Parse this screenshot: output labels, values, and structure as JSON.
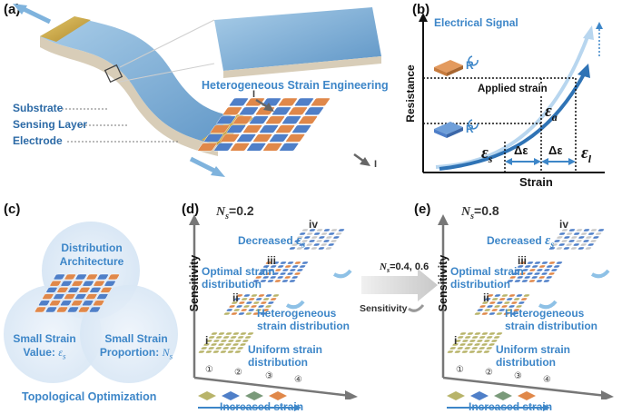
{
  "panel_a": {
    "label": "(a)",
    "substrate": "Substrate",
    "sensing_layer": "Sensing Layer",
    "electrode": "Electrode",
    "title": "Heterogeneous Strain Engineering",
    "current_in": "I",
    "current_out": "I"
  },
  "panel_b": {
    "label": "(b)",
    "electrical_signal": "Electrical Signal",
    "y_axis": "Resistance",
    "x_axis": "Strain",
    "r_top": "R",
    "r_bottom": "R",
    "applied_strain": "Applied strain",
    "eps_a": "ε",
    "eps_a_sub": "a",
    "eps_s": "ε",
    "eps_s_sub": "s",
    "eps_l": "ε",
    "eps_l_sub": "l",
    "delta1": "Δε",
    "delta2": "Δε"
  },
  "panel_c": {
    "label": "(c)",
    "top_circle": [
      "Distribution",
      "Architecture"
    ],
    "left_circle": [
      "Small Strain",
      "Value:"
    ],
    "left_symbol": "ε",
    "left_symbol_sub": "s",
    "right_circle": [
      "Small Strain",
      "Proportion:"
    ],
    "right_symbol": "N",
    "right_symbol_sub": "s",
    "footer": "Topological Optimization"
  },
  "panel_d": {
    "label": "(d)",
    "ns_symbol": "N",
    "ns_sub": "s",
    "ns_value": "=0.2",
    "y_axis": "Sensitivity",
    "stages": [
      "i",
      "ii",
      "iii",
      "iv"
    ],
    "uniform": [
      "Uniform strain",
      "distribution"
    ],
    "heterogeneous": [
      "Heterogeneous",
      "strain distribution"
    ],
    "optimal": [
      "Optimal strain",
      "distribution"
    ],
    "decreased": "Decreased",
    "decreased_symbol": "ε",
    "decreased_sub": "s",
    "ticks": [
      "①",
      "②",
      "③",
      "④"
    ]
  },
  "middle_arrow": {
    "ns_symbol": "N",
    "ns_sub": "s",
    "ns_value": "=0.4,  0.6",
    "sensitivity": "Sensitivity"
  },
  "panel_e": {
    "label": "(e)",
    "ns_symbol": "N",
    "ns_sub": "s",
    "ns_value": "=0.8",
    "y_axis": "Sensitivity",
    "stages": [
      "i",
      "ii",
      "iii",
      "iv"
    ],
    "uniform": [
      "Uniform strain",
      "distribution"
    ],
    "heterogeneous": [
      "Heterogeneous",
      "strain distribution"
    ],
    "optimal": [
      "Optimal strain",
      "distribution"
    ],
    "decreased": "Decreased",
    "decreased_symbol": "ε",
    "decreased_sub": "s",
    "ticks": [
      "①",
      "②",
      "③",
      "④"
    ]
  },
  "legend_d": {
    "label": "Increased strain"
  },
  "legend_e": {
    "label": "Increased strain"
  },
  "colors": {
    "accent_blue": "#3d86c8",
    "strain_low": "#b8b46a",
    "strain_mid": "#4f7fc8",
    "strain_high": "#e0884a"
  }
}
